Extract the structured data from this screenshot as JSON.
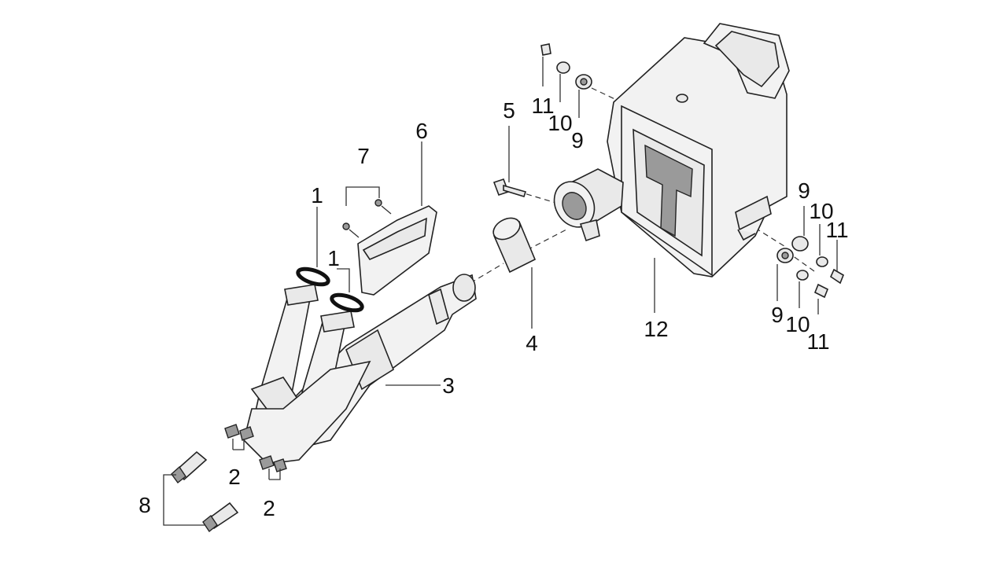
{
  "diagram": {
    "callouts": {
      "c1a": "1",
      "c1b": "1",
      "c2a": "2",
      "c2b": "2",
      "c3": "3",
      "c4": "4",
      "c5": "5",
      "c6": "6",
      "c7": "7",
      "c8": "8",
      "c9a": "9",
      "c9b": "9",
      "c9c": "9",
      "c10a": "10",
      "c10b": "10",
      "c10c": "10",
      "c11a": "11",
      "c11b": "11",
      "c11c": "11",
      "c12": "12"
    }
  }
}
